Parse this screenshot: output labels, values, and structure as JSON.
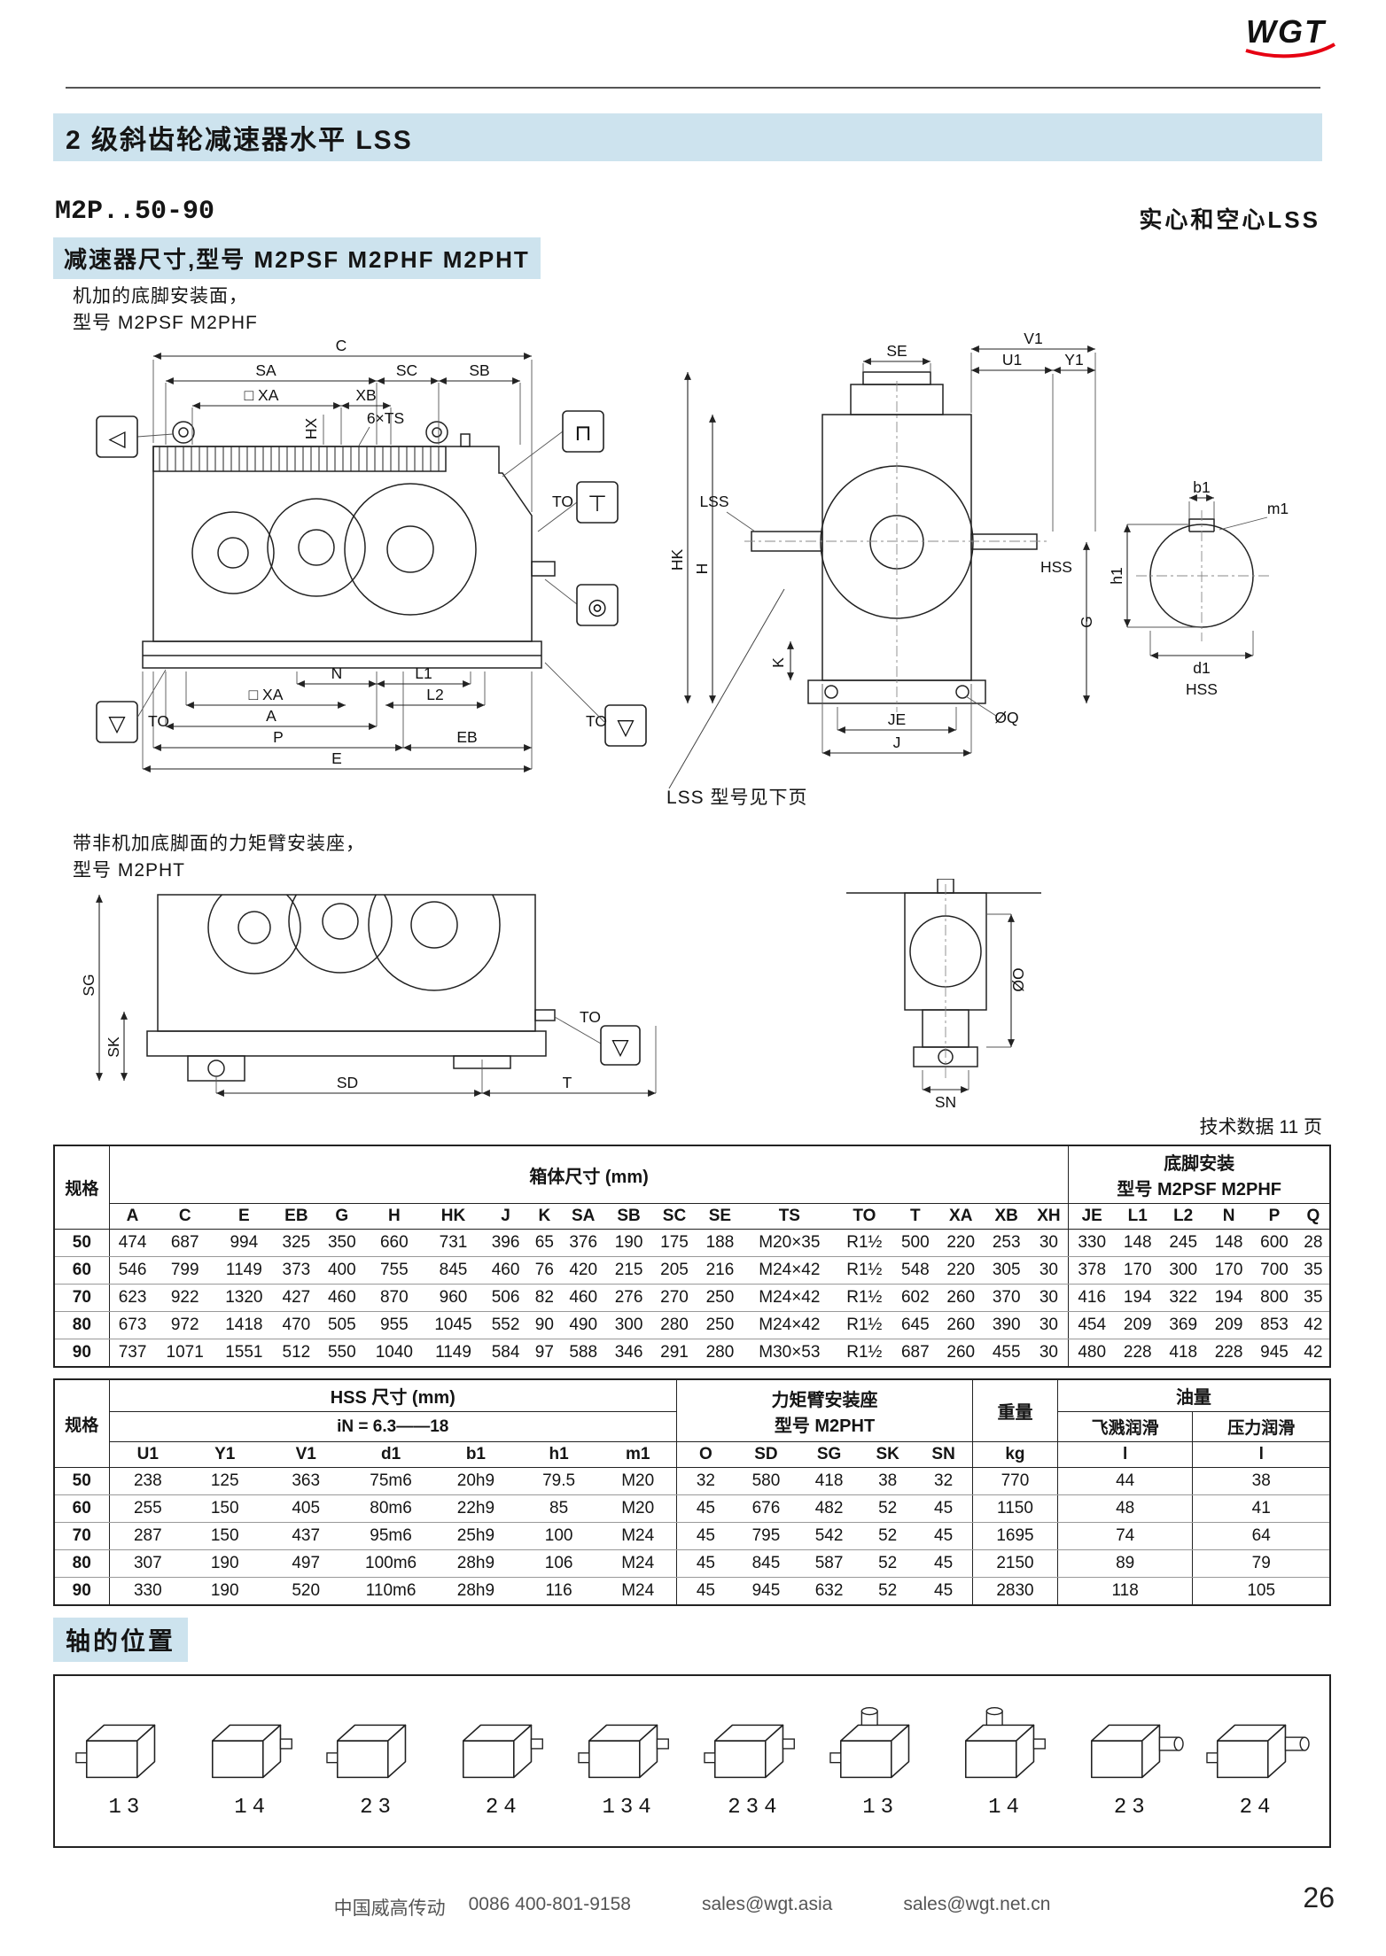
{
  "colors": {
    "accent_blue": "#cde3ee",
    "logo_red": "#e60012"
  },
  "logo": {
    "text": "WGT"
  },
  "page_header": {
    "title": "2 级斜齿轮减速器水平 LSS"
  },
  "intro": {
    "model_range": "M2P..50-90",
    "shaft_note": "实心和空心LSS",
    "dim_title": "减速器尺寸,型号 M2PSF M2PHF M2PHT",
    "machined_note_line1": "机加的底脚安装面，",
    "machined_note_line2": "型号 M2PSF  M2PHF",
    "lss_ref": "LSS 型号见下页",
    "torque_note_line1": "带非机加底脚面的力矩臂安装座，",
    "torque_note_line2": "型号 M2PHT",
    "tech_ref": "技术数据 11 页"
  },
  "icons": {
    "lifting_eye": "◁",
    "clamp": "⊓",
    "breather": "⊤",
    "oil_level": "◎",
    "oil_drain": "▽"
  },
  "drawings": {
    "side": {
      "c": "C",
      "sa": "SA",
      "sc": "SC",
      "sb": "SB",
      "xa1": "□ XA",
      "xb": "XB",
      "hx": "HX",
      "ts": "6×TS",
      "to1": "TO",
      "to2": "TO",
      "to3": "TO",
      "n": "N",
      "l1": "L1",
      "l2": "L2",
      "a": "A",
      "p": "P",
      "e": "E",
      "eb": "EB",
      "xa2": "□ XA"
    },
    "end": {
      "v1": "V1",
      "u1": "U1",
      "y1": "Y1",
      "se": "SE",
      "hk": "HK",
      "h": "H",
      "lss": "LSS",
      "hss": "HSS",
      "g": "G",
      "k": "K",
      "je": "JE",
      "j": "J",
      "q": "ØQ"
    },
    "shaft": {
      "b1": "b1",
      "m1": "m1",
      "h1": "h1",
      "d1": "d1",
      "hss": "HSS"
    },
    "torque_side": {
      "sg": "SG",
      "sk": "SK",
      "sd": "SD",
      "t": "T",
      "to": "TO"
    },
    "torque_end": {
      "o": "ØO",
      "sn": "SN"
    }
  },
  "table1": {
    "spec_label": "规格",
    "group1_title": "箱体尺寸 (mm)",
    "group2_title_line1": "底脚安装",
    "group2_title_line2": "型号 M2PSF M2PHF",
    "columns": [
      "A",
      "C",
      "E",
      "EB",
      "G",
      "H",
      "HK",
      "J",
      "K",
      "SA",
      "SB",
      "SC",
      "SE",
      "TS",
      "TO",
      "T",
      "XA",
      "XB",
      "XH",
      "JE",
      "L1",
      "L2",
      "N",
      "P",
      "Q"
    ],
    "rows": [
      {
        "size": "50",
        "values": [
          "474",
          "687",
          "994",
          "325",
          "350",
          "660",
          "731",
          "396",
          "65",
          "376",
          "190",
          "175",
          "188",
          "M20×35",
          "R1½",
          "500",
          "220",
          "253",
          "30",
          "330",
          "148",
          "245",
          "148",
          "600",
          "28"
        ]
      },
      {
        "size": "60",
        "values": [
          "546",
          "799",
          "1149",
          "373",
          "400",
          "755",
          "845",
          "460",
          "76",
          "420",
          "215",
          "205",
          "216",
          "M24×42",
          "R1½",
          "548",
          "220",
          "305",
          "30",
          "378",
          "170",
          "300",
          "170",
          "700",
          "35"
        ]
      },
      {
        "size": "70",
        "values": [
          "623",
          "922",
          "1320",
          "427",
          "460",
          "870",
          "960",
          "506",
          "82",
          "460",
          "276",
          "270",
          "250",
          "M24×42",
          "R1½",
          "602",
          "260",
          "370",
          "30",
          "416",
          "194",
          "322",
          "194",
          "800",
          "35"
        ]
      },
      {
        "size": "80",
        "values": [
          "673",
          "972",
          "1418",
          "470",
          "505",
          "955",
          "1045",
          "552",
          "90",
          "490",
          "300",
          "280",
          "250",
          "M24×42",
          "R1½",
          "645",
          "260",
          "390",
          "30",
          "454",
          "209",
          "369",
          "209",
          "853",
          "42"
        ]
      },
      {
        "size": "90",
        "values": [
          "737",
          "1071",
          "1551",
          "512",
          "550",
          "1040",
          "1149",
          "584",
          "97",
          "588",
          "346",
          "291",
          "280",
          "M30×53",
          "R1½",
          "687",
          "260",
          "455",
          "30",
          "480",
          "228",
          "418",
          "228",
          "945",
          "42"
        ]
      }
    ]
  },
  "table2": {
    "spec_label": "规格",
    "group1_title": "HSS 尺寸 (mm)",
    "group1_sub": "iN = 6.3——18",
    "group2_title_line1": "力矩臂安装座",
    "group2_title_line2": "型号 M2PHT",
    "weight_title": "重量",
    "weight_unit": "kg",
    "oil_title": "油量",
    "oil_col1": "飞溅润滑",
    "oil_col2": "压力润滑",
    "oil_unit": "l",
    "columns_hss": [
      "U1",
      "Y1",
      "V1",
      "d1",
      "b1",
      "h1",
      "m1"
    ],
    "columns_torque": [
      "O",
      "SD",
      "SG",
      "SK",
      "SN"
    ],
    "rows": [
      {
        "size": "50",
        "values": [
          "238",
          "125",
          "363",
          "75m6",
          "20h9",
          "79.5",
          "M20",
          "32",
          "580",
          "418",
          "38",
          "32",
          "770",
          "44",
          "38"
        ]
      },
      {
        "size": "60",
        "values": [
          "255",
          "150",
          "405",
          "80m6",
          "22h9",
          "85",
          "M20",
          "45",
          "676",
          "482",
          "52",
          "45",
          "1150",
          "48",
          "41"
        ]
      },
      {
        "size": "70",
        "values": [
          "287",
          "150",
          "437",
          "95m6",
          "25h9",
          "100",
          "M24",
          "45",
          "795",
          "542",
          "52",
          "45",
          "1695",
          "74",
          "64"
        ]
      },
      {
        "size": "80",
        "values": [
          "307",
          "190",
          "497",
          "100m6",
          "28h9",
          "106",
          "M24",
          "45",
          "845",
          "587",
          "52",
          "45",
          "2150",
          "89",
          "79"
        ]
      },
      {
        "size": "90",
        "values": [
          "330",
          "190",
          "520",
          "110m6",
          "28h9",
          "116",
          "M24",
          "45",
          "945",
          "632",
          "52",
          "45",
          "2830",
          "118",
          "105"
        ]
      }
    ]
  },
  "axle": {
    "title": "轴的位置",
    "items": [
      "13",
      "14",
      "23",
      "24",
      "134",
      "234",
      "13",
      "14",
      "23",
      "24"
    ]
  },
  "footer": {
    "company": "中国威高传动",
    "phone": "0086 400-801-9158",
    "email1": "sales@wgt.asia",
    "email2": "sales@wgt.net.cn",
    "page": "26"
  }
}
